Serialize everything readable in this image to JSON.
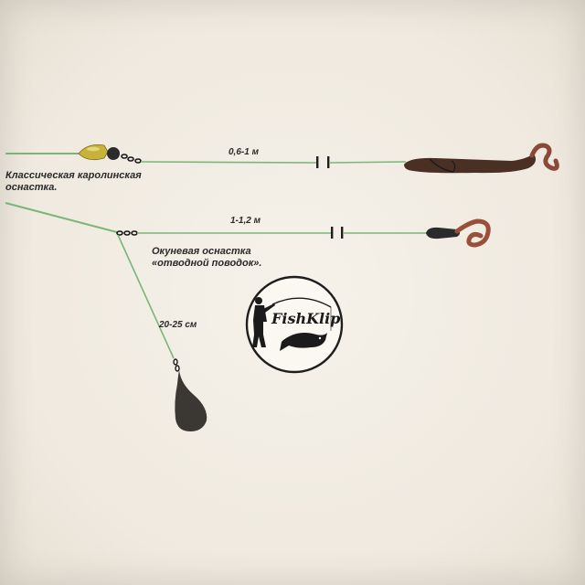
{
  "labels": {
    "carolina": "Классическая каролинская оснастка.",
    "perch_line1": "Окуневая оснастка",
    "perch_line2": "«отводной поводок».",
    "leader1_length": "0,6-1 м",
    "leader2_length": "1-1,2 м",
    "dropper_length": "20-25 см"
  },
  "logo": {
    "text": "FishKlip"
  },
  "colors": {
    "line": "#7cb57a",
    "line_dark": "#4f8a52",
    "sinker": "#3b3733",
    "bullet_weight": "#c8b33a",
    "bead": "#2b2b2b",
    "lure": "#4a2f25",
    "lure_tail": "#8a4a37",
    "twister": "#9a4f3a",
    "logo_ring": "#1e1e1e"
  },
  "icons": {
    "bullet": "bullet-weight-icon",
    "bead": "bead-icon",
    "swivel": "swivel-icon",
    "stopper": "stopper-icon",
    "sinker": "drop-sinker-icon",
    "worm": "worm-lure-icon",
    "twister": "twister-lure-icon",
    "angler": "angler-silhouette-icon",
    "fish": "fish-silhouette-icon"
  }
}
